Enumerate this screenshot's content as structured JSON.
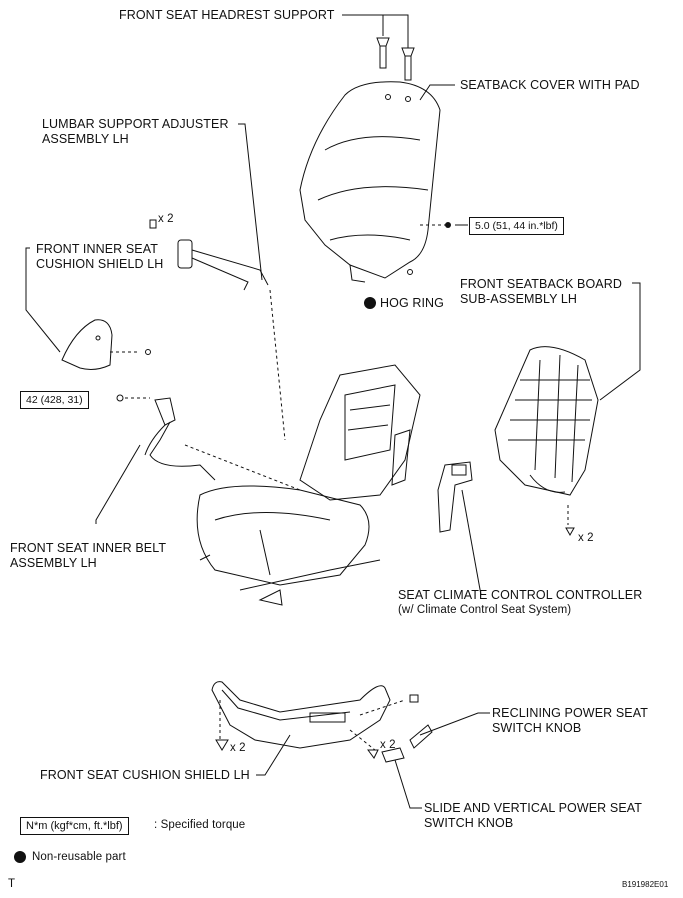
{
  "labels": {
    "headrest_support": "FRONT SEAT HEADREST SUPPORT",
    "seatback_cover_1": "SEATBACK COVER WITH PAD",
    "lumbar_1": "LUMBAR SUPPORT ADJUSTER",
    "lumbar_2": "ASSEMBLY LH",
    "inner_shield_1": "FRONT INNER SEAT",
    "inner_shield_2": "CUSHION SHIELD LH",
    "hog_ring": "HOG RING",
    "seatback_board_1": "FRONT SEATBACK BOARD",
    "seatback_board_2": "SUB-ASSEMBLY LH",
    "inner_belt_1": "FRONT SEAT INNER BELT",
    "inner_belt_2": "ASSEMBLY LH",
    "climate_1": "SEAT CLIMATE CONTROL CONTROLLER",
    "climate_2": "(w/ Climate Control Seat System)",
    "reclining_1": "RECLINING POWER SEAT",
    "reclining_2": "SWITCH KNOB",
    "cushion_shield": "FRONT SEAT CUSHION SHIELD LH",
    "slide_1": "SLIDE AND VERTICAL POWER SEAT",
    "slide_2": "SWITCH KNOB"
  },
  "torques": {
    "seatback_bolt": "5.0 (51, 44 in.*lbf)",
    "belt_bolt": "42 (428, 31)"
  },
  "quantities": {
    "lumbar_screws": "x 2",
    "board_screws": "x 2",
    "shield_screws": "x 2",
    "knob_screws": "x 2"
  },
  "legend": {
    "torque_unit": "N*m (kgf*cm, ft.*lbf)",
    "torque_text": ": Specified torque",
    "non_reusable": "Non-reusable part"
  },
  "footer": {
    "corner_mark": "T",
    "figure_code": "B191982E01"
  }
}
